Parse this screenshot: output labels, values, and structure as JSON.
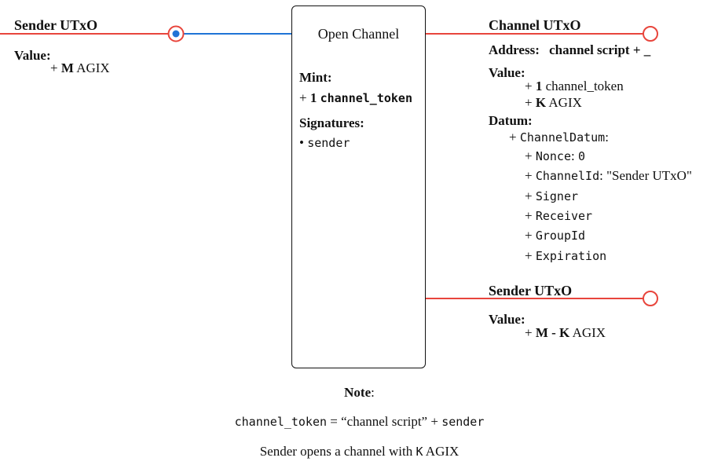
{
  "colors": {
    "utxo_line": "#e8453c",
    "link_line": "#1f74d6",
    "dot": "#1f74d6"
  },
  "input": {
    "title": "Sender UTxO",
    "value_label": "Value:",
    "value_prefix": "+",
    "value_amount": "M",
    "value_unit": "AGIX"
  },
  "transaction": {
    "name": "Open Channel",
    "mint_label": "Mint:",
    "mint_prefix": "+",
    "mint_amount": "1",
    "mint_token": "channel_token",
    "signatures_label": "Signatures:",
    "signature_bullet": "•",
    "signature": "sender"
  },
  "channel_output": {
    "title": "Channel UTxO",
    "address_label": "Address:",
    "address_value": "channel script + _",
    "value_label": "Value:",
    "value_lines": [
      {
        "prefix": "+",
        "amount": "1",
        "unit": "channel_token"
      },
      {
        "prefix": "+",
        "amount": "K",
        "unit": "AGIX"
      }
    ],
    "datum_label": "Datum:",
    "datum_type_prefix": "+",
    "datum_type": "ChannelDatum",
    "datum_type_suffix": ":",
    "datum_fields": [
      {
        "prefix": "+",
        "name": "Nonce",
        "sep": ":",
        "value": "0",
        "value_mono": true
      },
      {
        "prefix": "+",
        "name": "ChannelId",
        "sep": ":",
        "value": "\"Sender UTxO\"",
        "value_mono": false
      },
      {
        "prefix": "+",
        "name": "Signer",
        "sep": "",
        "value": "",
        "value_mono": false
      },
      {
        "prefix": "+",
        "name": "Receiver",
        "sep": "",
        "value": "",
        "value_mono": false
      },
      {
        "prefix": "+",
        "name": "GroupId",
        "sep": "",
        "value": "",
        "value_mono": false
      },
      {
        "prefix": "+",
        "name": "Expiration",
        "sep": "",
        "value": "",
        "value_mono": false
      }
    ]
  },
  "sender_output": {
    "title": "Sender UTxO",
    "value_label": "Value:",
    "value_prefix": "+",
    "value_amount": "M - K",
    "value_unit": "AGIX"
  },
  "note": {
    "title": "Note",
    "colon": ":",
    "eq_token": "channel_token",
    "eq_sign": "=",
    "eq_quoted": "“channel script”",
    "eq_plus": "+",
    "eq_sender": "sender",
    "desc_before": "Sender opens a channel with",
    "desc_amount": "K",
    "desc_after": "AGIX"
  }
}
